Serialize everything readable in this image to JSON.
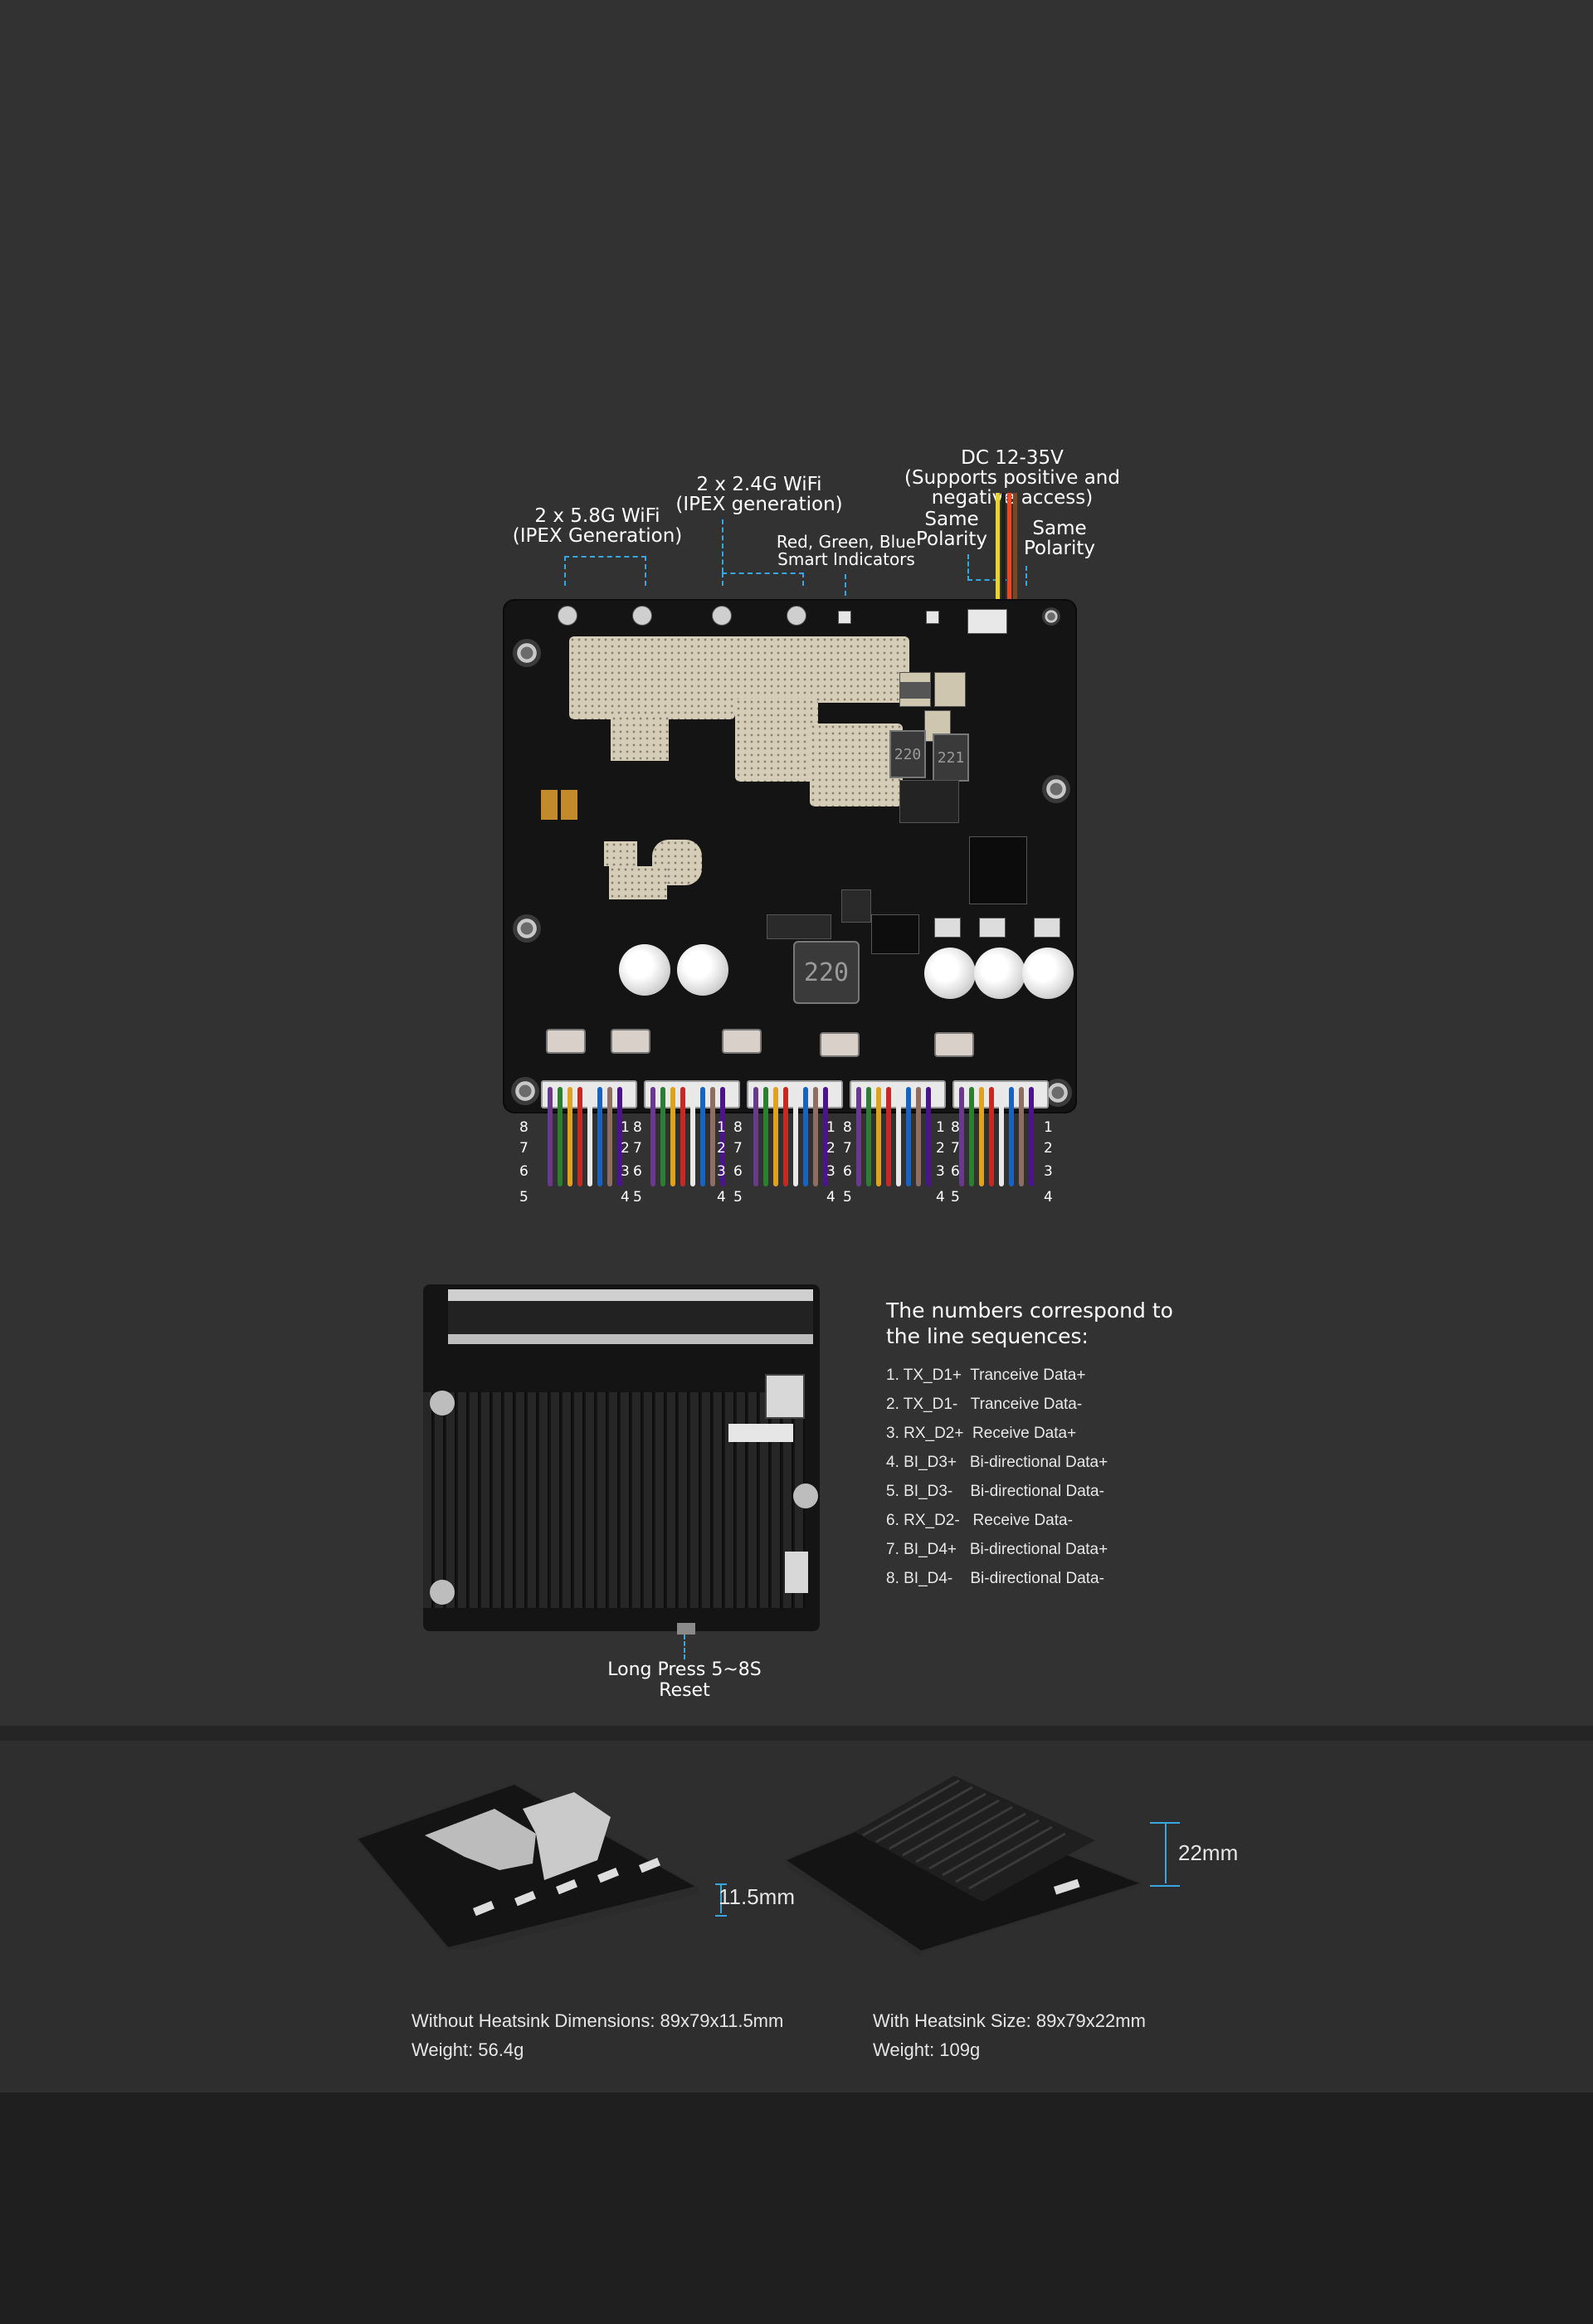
{
  "top_labels": {
    "wifi58_line1": "2 x 5.8G WiFi",
    "wifi58_line2": "(IPEX Generation)",
    "wifi24_line1": "2 x 2.4G WiFi",
    "wifi24_line2": "(IPEX generation)",
    "indicators_line1": "Red, Green, Blue",
    "indicators_line2": "Smart Indicators",
    "dc_line1": "DC 12-35V",
    "dc_line2": "(Supports positive and",
    "dc_line3": "negative access)",
    "polarity_left_line1": "Same",
    "polarity_left_line2": "Polarity",
    "polarity_right_line1": "Same",
    "polarity_right_line2": "Polarity"
  },
  "board_markings": {
    "inductor_main": "220",
    "inductor_a": "220",
    "inductor_b": "221"
  },
  "port_pin_labels": {
    "left_column": [
      "8",
      "7",
      "6",
      "5"
    ],
    "right_column": [
      "1",
      "2",
      "3",
      "4"
    ]
  },
  "reset_label": "Long Press 5~8S Reset",
  "pin_list": {
    "title_line1": "The numbers correspond to",
    "title_line2": "the line sequences:",
    "rows": [
      "1. TX_D1+  Tranceive Data+",
      "2. TX_D1-   Tranceive Data-",
      "3. RX_D2+  Receive Data+",
      "4. BI_D3+   Bi-directional Data+",
      "5. BI_D3-    Bi-directional Data-",
      "6. RX_D2-   Receive Data-",
      "7. BI_D4+   Bi-directional Data+",
      "8. BI_D4-    Bi-directional Data-"
    ]
  },
  "dimensions": {
    "without_heatsink_height": "11.5mm",
    "with_heatsink_height": "22mm",
    "without_line1": "Without Heatsink Dimensions: 89x79x11.5mm",
    "without_line2": "Weight: 56.4g",
    "with_line1": "With Heatsink Size: 89x79x22mm",
    "with_line2": "Weight: 109g"
  },
  "colors": {
    "page_background": "#323232",
    "leader_line": "#3aa6e0",
    "footer_background": "#1f1f1f"
  }
}
